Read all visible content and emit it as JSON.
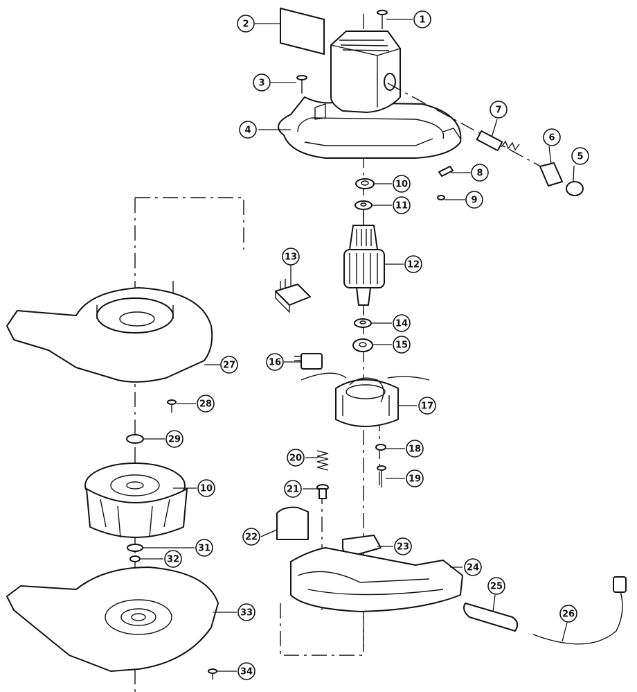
{
  "labels": [
    "1",
    "2",
    "3",
    "4",
    "5",
    "6",
    "7",
    "8",
    "9",
    "10",
    "11",
    "12",
    "13",
    "14",
    "15",
    "16",
    "17",
    "18",
    "19",
    "20",
    "21",
    "22",
    "23",
    "24",
    "25",
    "26",
    "27",
    "28",
    "29",
    "10",
    "31",
    "32",
    "33",
    "34"
  ],
  "colors": {
    "line": "#111111",
    "fill": "#ffffff"
  }
}
